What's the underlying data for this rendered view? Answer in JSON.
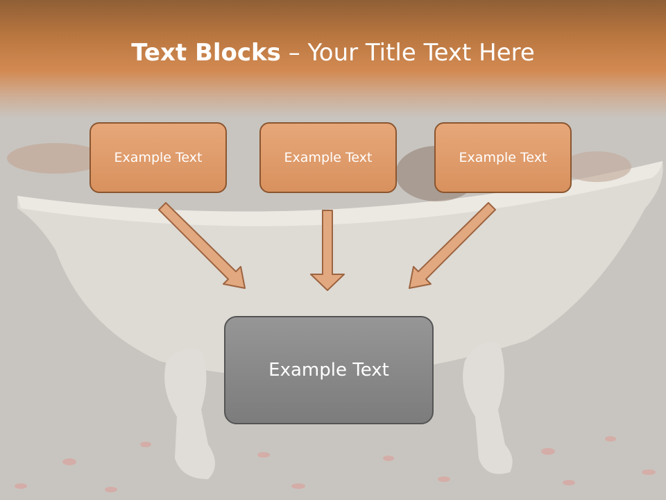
{
  "title": {
    "bold": "Text Blocks",
    "dash": " – ",
    "rest": "Your Title Text Here"
  },
  "blocks": [
    {
      "label": "Example Text"
    },
    {
      "label": "Example Text"
    },
    {
      "label": "Example Text"
    }
  ],
  "main_block": {
    "label": "Example Text"
  },
  "colors": {
    "title_band": "#c9824b",
    "block_fill": "#e0a06f",
    "block_border": "#8a552f",
    "main_fill": "#8a8a8a",
    "main_border": "#545454",
    "arrow_fill": "#e2a880",
    "arrow_stroke": "#9c6440"
  }
}
